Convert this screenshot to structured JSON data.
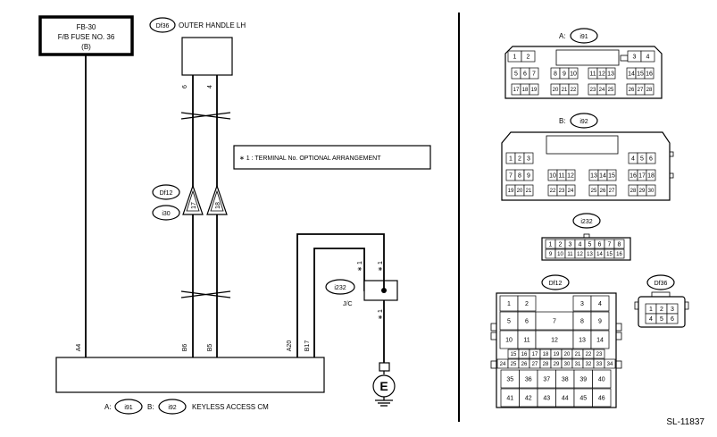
{
  "fuse": {
    "line1": "FB-30",
    "line2": "F/B FUSE NO. 36",
    "line3": "(B)"
  },
  "outer_handle": {
    "id": "Df36",
    "title": "OUTER HANDLE LH",
    "pin_a": "6",
    "pin_b": "4"
  },
  "note": "∗ 1  : TERMINAL No. OPTIONAL ARRANGEMENT",
  "inline_connector": {
    "id_top": "Df12",
    "id_bottom": "i30",
    "pin_a": "17",
    "pin_b": "18"
  },
  "jc": {
    "id": "i232",
    "label": "J/C",
    "star_left": "∗ 1",
    "star_right": "∗ 1",
    "star_bottom": "∗ 1"
  },
  "ground": {
    "symbol": "E"
  },
  "keyless": {
    "pins": {
      "a4": "A4",
      "b6": "B6",
      "b5": "B5",
      "a20": "A20",
      "b17": "B17"
    },
    "label_a": "A:",
    "conn_a": "i91",
    "label_b": "B:",
    "conn_b": "i92",
    "title": "KEYLESS ACCESS CM"
  },
  "right": {
    "i91": {
      "prefix": "A:",
      "id": "i91",
      "rows": [
        [
          "1",
          "2",
          "",
          "3",
          "4"
        ],
        [
          "5",
          "6",
          "7",
          "8",
          "9",
          "10",
          "11",
          "12",
          "13",
          "14",
          "15",
          "16"
        ],
        [
          "17",
          "18",
          "19",
          "20",
          "21",
          "22",
          "23",
          "24",
          "25",
          "26",
          "27",
          "28"
        ]
      ]
    },
    "i92": {
      "prefix": "B:",
      "id": "i92",
      "rows": [
        [
          "1",
          "2",
          "3",
          "4",
          "5",
          "6"
        ],
        [
          "7",
          "8",
          "9",
          "10",
          "11",
          "12",
          "13",
          "14",
          "15",
          "16",
          "17",
          "18"
        ],
        [
          "19",
          "20",
          "21",
          "22",
          "23",
          "24",
          "25",
          "26",
          "27",
          "28",
          "29",
          "30"
        ]
      ]
    },
    "i232": {
      "id": "i232",
      "rows": [
        [
          "1",
          "2",
          "3",
          "4",
          "5",
          "6",
          "7",
          "8"
        ],
        [
          "9",
          "10",
          "11",
          "12",
          "13",
          "14",
          "15",
          "16"
        ]
      ]
    },
    "df12": {
      "id": "Df12",
      "rows": [
        [
          "1",
          "2",
          "",
          "3",
          "4"
        ],
        [
          "5",
          "6",
          "7",
          "8",
          "9"
        ],
        [
          "10",
          "11",
          "12",
          "13",
          "14"
        ],
        [
          "15",
          "16",
          "17",
          "18",
          "19",
          "20",
          "21",
          "22",
          "23"
        ],
        [
          "24",
          "25",
          "26",
          "27",
          "28",
          "29",
          "30",
          "31",
          "32",
          "33",
          "34"
        ],
        [
          "35",
          "36",
          "37",
          "38",
          "39",
          "40"
        ],
        [
          "41",
          "42",
          "43",
          "44",
          "45",
          "46"
        ]
      ]
    },
    "df36": {
      "id": "Df36",
      "rows": [
        [
          "1",
          "2",
          "3"
        ],
        [
          "4",
          "5",
          "6"
        ]
      ]
    }
  },
  "diagram_code": "SL-11837"
}
